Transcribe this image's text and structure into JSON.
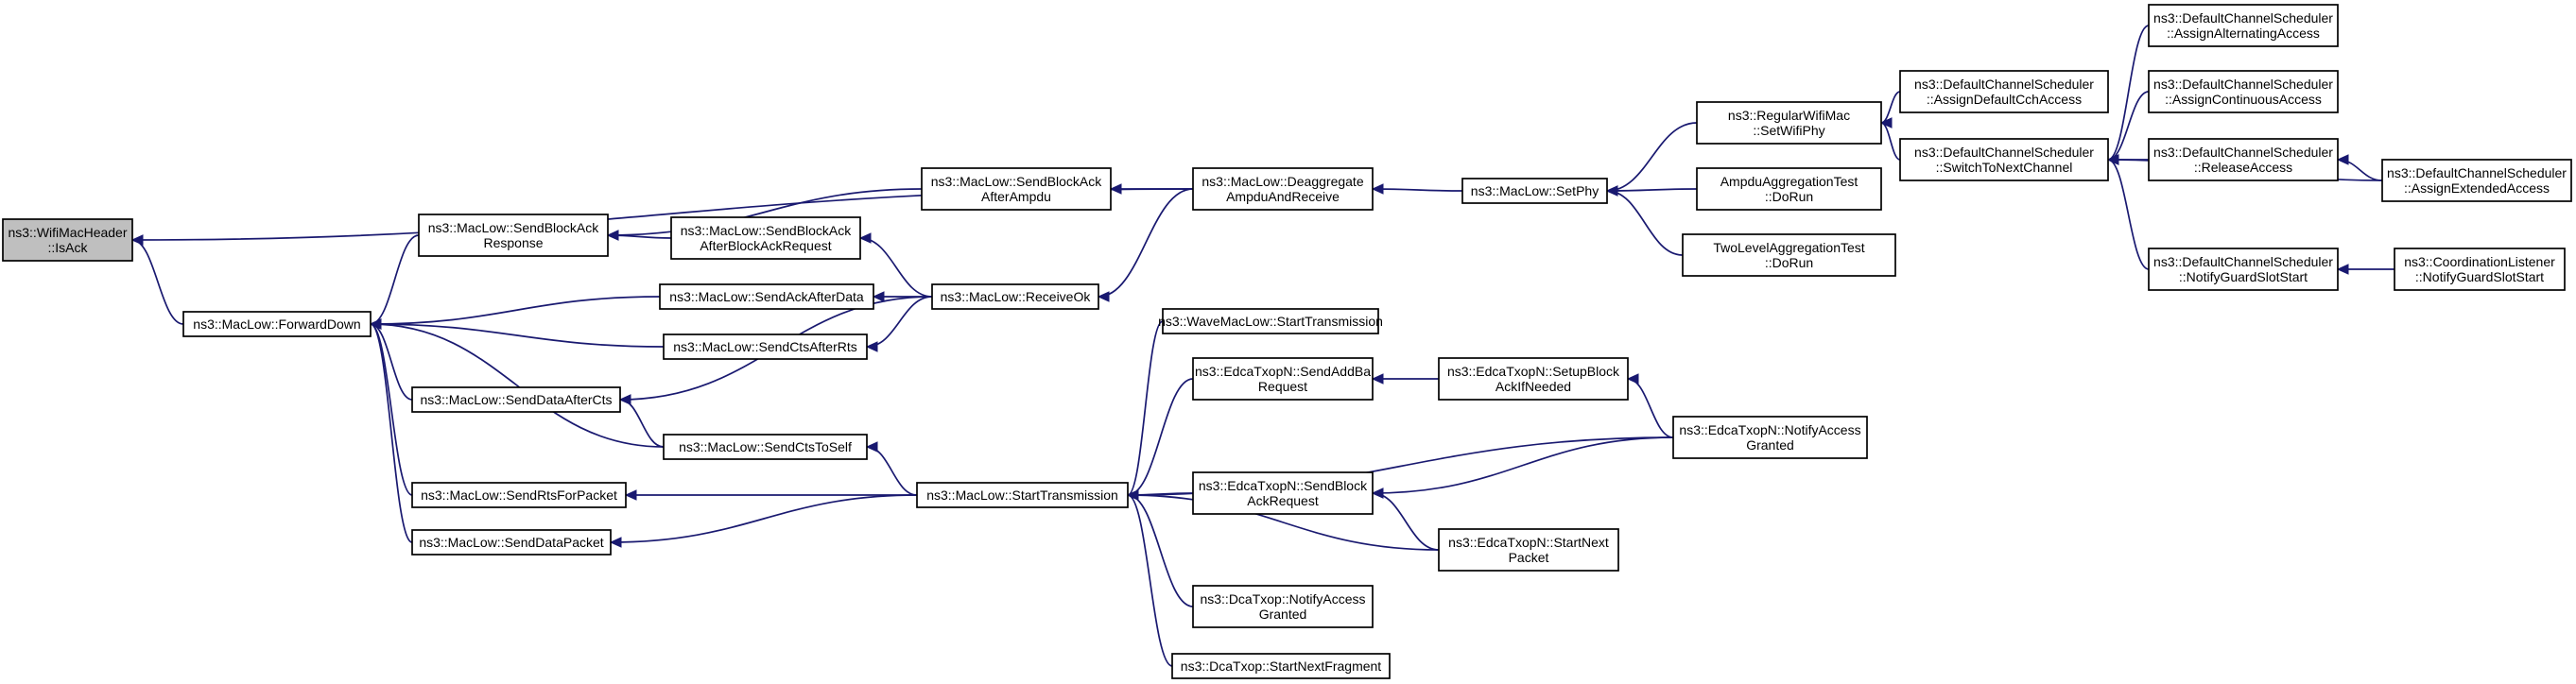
{
  "nodes": [
    {
      "id": "root",
      "lines": [
        "ns3::WifiMacHeader",
        "::IsAck"
      ],
      "root": true
    },
    {
      "id": "forwarddown",
      "lines": [
        "ns3::MacLow::ForwardDown"
      ]
    },
    {
      "id": "sendblockackresponse",
      "lines": [
        "ns3::MacLow::SendBlockAck",
        "Response"
      ]
    },
    {
      "id": "sendackafterdata",
      "lines": [
        "ns3::MacLow::SendAckAfterData"
      ]
    },
    {
      "id": "sendctsafterrts",
      "lines": [
        "ns3::MacLow::SendCtsAfterRts"
      ]
    },
    {
      "id": "senddataafterCts",
      "lines": [
        "ns3::MacLow::SendDataAfterCts"
      ]
    },
    {
      "id": "sendctstoself",
      "lines": [
        "ns3::MacLow::SendCtsToSelf"
      ]
    },
    {
      "id": "sendrtsforpacket",
      "lines": [
        "ns3::MacLow::SendRtsForPacket"
      ]
    },
    {
      "id": "senddatapacket",
      "lines": [
        "ns3::MacLow::SendDataPacket"
      ]
    },
    {
      "id": "sendblockackafterampdu",
      "lines": [
        "ns3::MacLow::SendBlockAck",
        "AfterAmpdu"
      ]
    },
    {
      "id": "sendblockackafterbar",
      "lines": [
        "ns3::MacLow::SendBlockAck",
        "AfterBlockAckRequest"
      ]
    },
    {
      "id": "receiveok",
      "lines": [
        "ns3::MacLow::ReceiveOk"
      ]
    },
    {
      "id": "starttransmission",
      "lines": [
        "ns3::MacLow::StartTransmission"
      ]
    },
    {
      "id": "deaggregate",
      "lines": [
        "ns3::MacLow::Deaggregate",
        "AmpduAndReceive"
      ]
    },
    {
      "id": "wavemaclow",
      "lines": [
        "ns3::WaveMacLow::StartTransmission"
      ]
    },
    {
      "id": "sendaddba",
      "lines": [
        "ns3::EdcaTxopN::SendAddBa",
        "Request"
      ]
    },
    {
      "id": "sendblockackrequest",
      "lines": [
        "ns3::EdcaTxopN::SendBlock",
        "AckRequest"
      ]
    },
    {
      "id": "dcanotify",
      "lines": [
        "ns3::DcaTxop::NotifyAccess",
        "Granted"
      ]
    },
    {
      "id": "dcastartnext",
      "lines": [
        "ns3::DcaTxop::StartNextFragment"
      ]
    },
    {
      "id": "setphy",
      "lines": [
        "ns3::MacLow::SetPhy"
      ]
    },
    {
      "id": "setupblockack",
      "lines": [
        "ns3::EdcaTxopN::SetupBlock",
        "AckIfNeeded"
      ]
    },
    {
      "id": "edcastartnext",
      "lines": [
        "ns3::EdcaTxopN::StartNext",
        "Packet"
      ]
    },
    {
      "id": "setwifiphy",
      "lines": [
        "ns3::RegularWifiMac",
        "::SetWifiPhy"
      ]
    },
    {
      "id": "ampdutest",
      "lines": [
        "AmpduAggregationTest",
        "::DoRun"
      ]
    },
    {
      "id": "twoleveltest",
      "lines": [
        "TwoLevelAggregationTest",
        "::DoRun"
      ]
    },
    {
      "id": "edcanotify",
      "lines": [
        "ns3::EdcaTxopN::NotifyAccess",
        "Granted"
      ]
    },
    {
      "id": "assigndefaultcch",
      "lines": [
        "ns3::DefaultChannelScheduler",
        "::AssignDefaultCchAccess"
      ]
    },
    {
      "id": "switchtonext",
      "lines": [
        "ns3::DefaultChannelScheduler",
        "::SwitchToNextChannel"
      ]
    },
    {
      "id": "assignalternating",
      "lines": [
        "ns3::DefaultChannelScheduler",
        "::AssignAlternatingAccess"
      ]
    },
    {
      "id": "assigncontinuous",
      "lines": [
        "ns3::DefaultChannelScheduler",
        "::AssignContinuousAccess"
      ]
    },
    {
      "id": "releaseaccess",
      "lines": [
        "ns3::DefaultChannelScheduler",
        "::ReleaseAccess"
      ]
    },
    {
      "id": "notifyguard",
      "lines": [
        "ns3::DefaultChannelScheduler",
        "::NotifyGuardSlotStart"
      ]
    },
    {
      "id": "assignextended",
      "lines": [
        "ns3::DefaultChannelScheduler",
        "::AssignExtendedAccess"
      ]
    },
    {
      "id": "coordlistener",
      "lines": [
        "ns3::CoordinationListener",
        "::NotifyGuardSlotStart"
      ]
    }
  ],
  "edges": [
    {
      "from": "forwarddown",
      "to": "root"
    },
    {
      "from": "deaggregate",
      "to": "root"
    },
    {
      "from": "sendblockackresponse",
      "to": "forwarddown"
    },
    {
      "from": "sendackafterdata",
      "to": "forwarddown"
    },
    {
      "from": "sendctsafterrts",
      "to": "forwarddown"
    },
    {
      "from": "senddataafterCts",
      "to": "forwarddown"
    },
    {
      "from": "sendctstoself",
      "to": "forwarddown"
    },
    {
      "from": "sendrtsforpacket",
      "to": "forwarddown"
    },
    {
      "from": "senddatapacket",
      "to": "forwarddown"
    },
    {
      "from": "sendblockackafterampdu",
      "to": "sendblockackresponse"
    },
    {
      "from": "sendblockackafterbar",
      "to": "sendblockackresponse"
    },
    {
      "from": "receiveok",
      "to": "sendackafterdata"
    },
    {
      "from": "receiveok",
      "to": "sendctsafterrts"
    },
    {
      "from": "receiveok",
      "to": "senddataafterCts"
    },
    {
      "from": "receiveok",
      "to": "sendblockackafterbar"
    },
    {
      "from": "starttransmission",
      "to": "sendctstoself"
    },
    {
      "from": "starttransmission",
      "to": "sendrtsforpacket"
    },
    {
      "from": "starttransmission",
      "to": "senddatapacket"
    },
    {
      "from": "sendctstoself",
      "to": "senddataafterCts"
    },
    {
      "from": "deaggregate",
      "to": "sendblockackafterampdu"
    },
    {
      "from": "deaggregate",
      "to": "receiveok"
    },
    {
      "from": "setphy",
      "to": "deaggregate"
    },
    {
      "from": "wavemaclow",
      "to": "starttransmission"
    },
    {
      "from": "sendaddba",
      "to": "starttransmission"
    },
    {
      "from": "sendblockackrequest",
      "to": "starttransmission"
    },
    {
      "from": "dcanotify",
      "to": "starttransmission"
    },
    {
      "from": "dcastartnext",
      "to": "starttransmission"
    },
    {
      "from": "edcanotify",
      "to": "starttransmission"
    },
    {
      "from": "edcastartnext",
      "to": "starttransmission"
    },
    {
      "from": "setupblockack",
      "to": "sendaddba"
    },
    {
      "from": "edcanotify",
      "to": "sendblockackrequest"
    },
    {
      "from": "edcastartnext",
      "to": "sendblockackrequest"
    },
    {
      "from": "edcanotify",
      "to": "setupblockack"
    },
    {
      "from": "setwifiphy",
      "to": "setphy"
    },
    {
      "from": "ampdutest",
      "to": "setphy"
    },
    {
      "from": "twoleveltest",
      "to": "setphy"
    },
    {
      "from": "assigndefaultcch",
      "to": "setwifiphy"
    },
    {
      "from": "switchtonext",
      "to": "setwifiphy"
    },
    {
      "from": "assignalternating",
      "to": "switchtonext"
    },
    {
      "from": "assigncontinuous",
      "to": "switchtonext"
    },
    {
      "from": "releaseaccess",
      "to": "switchtonext"
    },
    {
      "from": "notifyguard",
      "to": "switchtonext"
    },
    {
      "from": "assignextended",
      "to": "switchtonext"
    },
    {
      "from": "assignextended",
      "to": "releaseaccess"
    },
    {
      "from": "coordlistener",
      "to": "notifyguard"
    }
  ]
}
